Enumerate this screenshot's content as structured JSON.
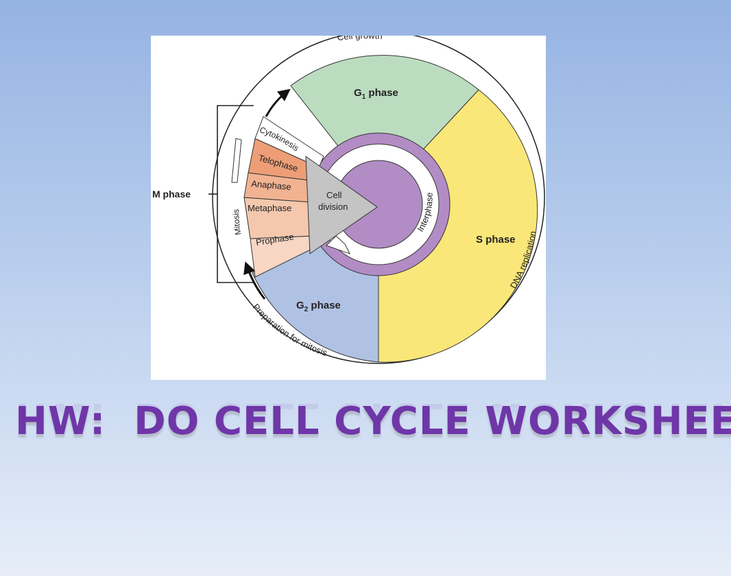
{
  "diagram": {
    "labels": {
      "cell_growth": "Cell growth",
      "g1_phase": "G",
      "g1_sub": "1",
      "g1_suffix": " phase",
      "s_phase": "S phase",
      "dna_replication": "DNA replication",
      "g2_phase": "G",
      "g2_sub": "2",
      "g2_suffix": " phase",
      "preparation": "Preparation for mitosis",
      "interphase": "Interphase",
      "cell_division_line1": "Cell",
      "cell_division_line2": "division",
      "cytokinesis": "Cytokinesis",
      "telophase": "Telophase",
      "anaphase": "Anaphase",
      "metaphase": "Metaphase",
      "prophase": "Prophase",
      "mitosis": "Mitosis",
      "m_phase": "M phase"
    },
    "colors": {
      "g1": "#bcdcc0",
      "s": "#fae779",
      "g2": "#b0c2e4",
      "interphase_ring": "#b28cc4",
      "telophase": "#ed9e76",
      "anaphase": "#f1b392",
      "metaphase": "#f5c8ad",
      "prophase": "#f7d6c4",
      "cell_division": "#c4c4c4"
    }
  },
  "title": {
    "text": "HW:  DO CELL CYCLE WORKSHEET",
    "color": "#6f36a8"
  }
}
